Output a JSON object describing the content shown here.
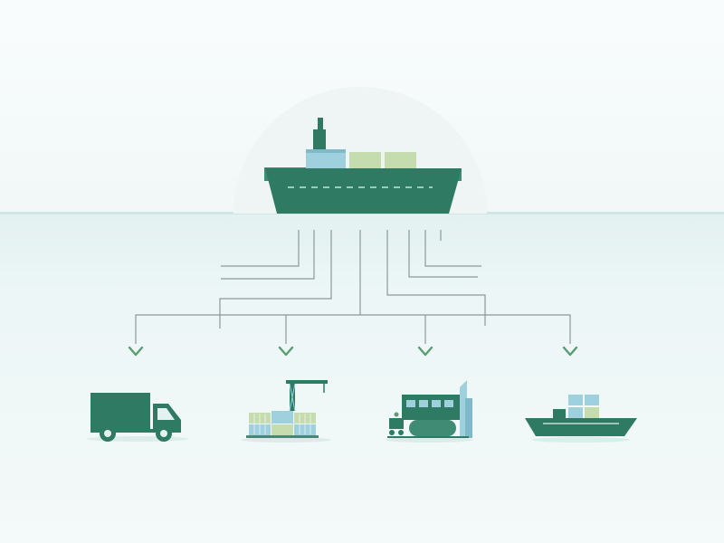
{
  "diagram": {
    "source": {
      "icon": "container-ship-icon"
    },
    "destinations": [
      {
        "key": "truck",
        "icon": "delivery-truck-icon"
      },
      {
        "key": "port-yard",
        "icon": "port-crane-containers-icon"
      },
      {
        "key": "rail",
        "icon": "rail-locomotive-icon"
      },
      {
        "key": "feeder-ship",
        "icon": "feeder-ship-icon"
      }
    ],
    "colors": {
      "primary": "#2f7a63",
      "primary_light": "#3f8b73",
      "accent_green": "#5a9c72",
      "container_blue": "#9fd0de",
      "container_green": "#c4dcae",
      "flow_line": "#8a9a96",
      "sun": "#eef5f4"
    }
  }
}
